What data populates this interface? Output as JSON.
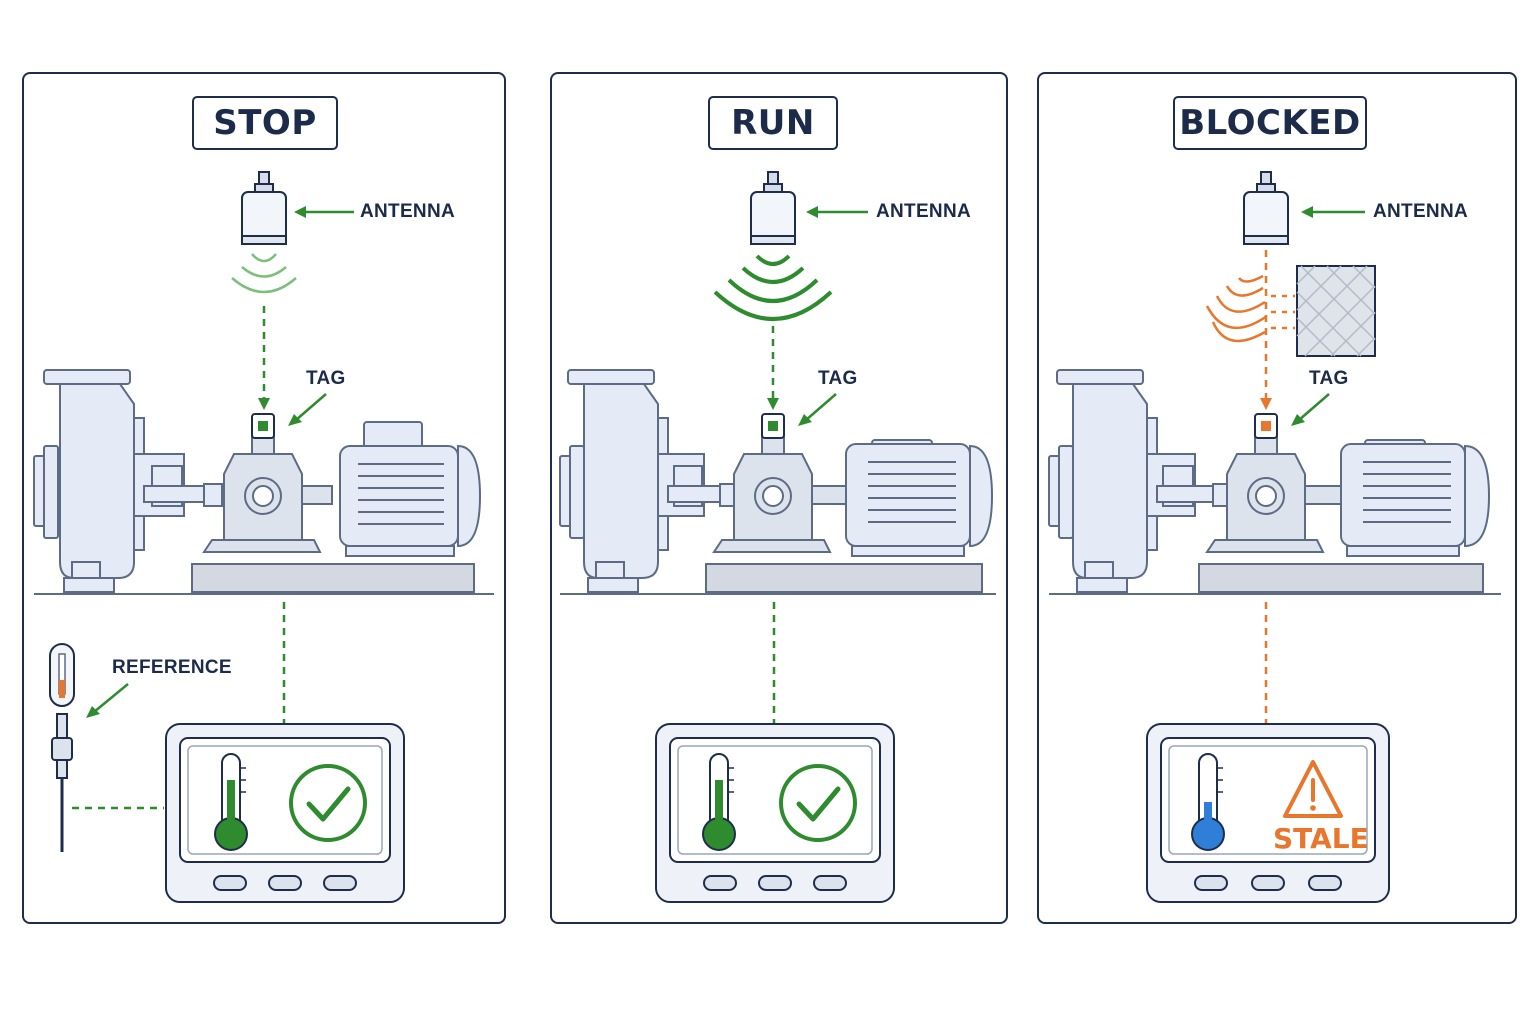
{
  "panels": [
    {
      "title": "STOP",
      "antenna_label": "ANTENNA",
      "tag_label": "TAG",
      "reference_label": "REFERENCE",
      "signal": "weak",
      "status": "ok",
      "status_icon": "check-circle-icon",
      "thermometer_level": "high"
    },
    {
      "title": "RUN",
      "antenna_label": "ANTENNA",
      "tag_label": "TAG",
      "signal": "strong",
      "status": "ok",
      "status_icon": "check-circle-icon",
      "thermometer_level": "high"
    },
    {
      "title": "BLOCKED",
      "antenna_label": "ANTENNA",
      "tag_label": "TAG",
      "signal": "blocked",
      "status": "stale",
      "status_icon": "warning-triangle-icon",
      "status_text": "STALE",
      "thermometer_level": "low"
    }
  ],
  "colors": {
    "ok": "#2e8b2e",
    "stale": "#e8762c",
    "cold": "#2f7fd8",
    "outline": "#1f2d4d",
    "equipment_fill": "#e4ebf7",
    "equipment_stroke": "#5d6b85"
  }
}
